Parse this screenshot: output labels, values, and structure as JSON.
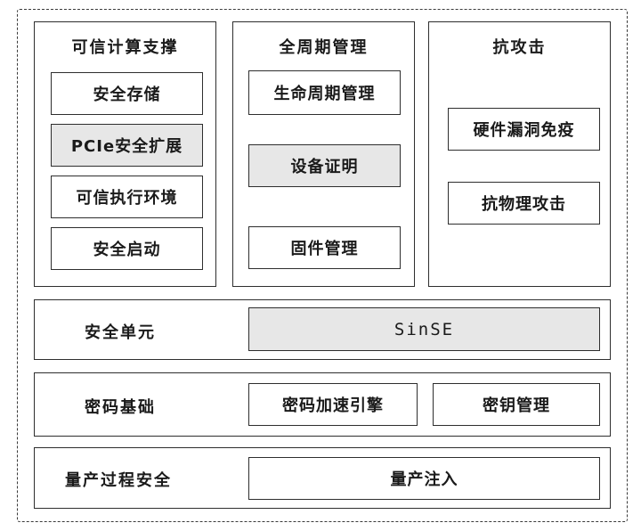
{
  "columns": {
    "trusted_computing": {
      "title": "可信计算支撑",
      "items": [
        "安全存储",
        "PCIe安全扩展",
        "可信执行环境",
        "安全启动"
      ]
    },
    "lifecycle": {
      "title": "全周期管理",
      "items": [
        "生命周期管理",
        "设备证明",
        "固件管理"
      ]
    },
    "anti_attack": {
      "title": "抗攻击",
      "items": [
        "硬件漏洞免疫",
        "抗物理攻击"
      ]
    }
  },
  "security_unit": {
    "label": "安全单元",
    "value": "SinSE"
  },
  "crypto_base": {
    "label": "密码基础",
    "items": [
      "密码加速引擎",
      "密钥管理"
    ]
  },
  "production": {
    "label": "量产过程安全",
    "value": "量产注入"
  }
}
